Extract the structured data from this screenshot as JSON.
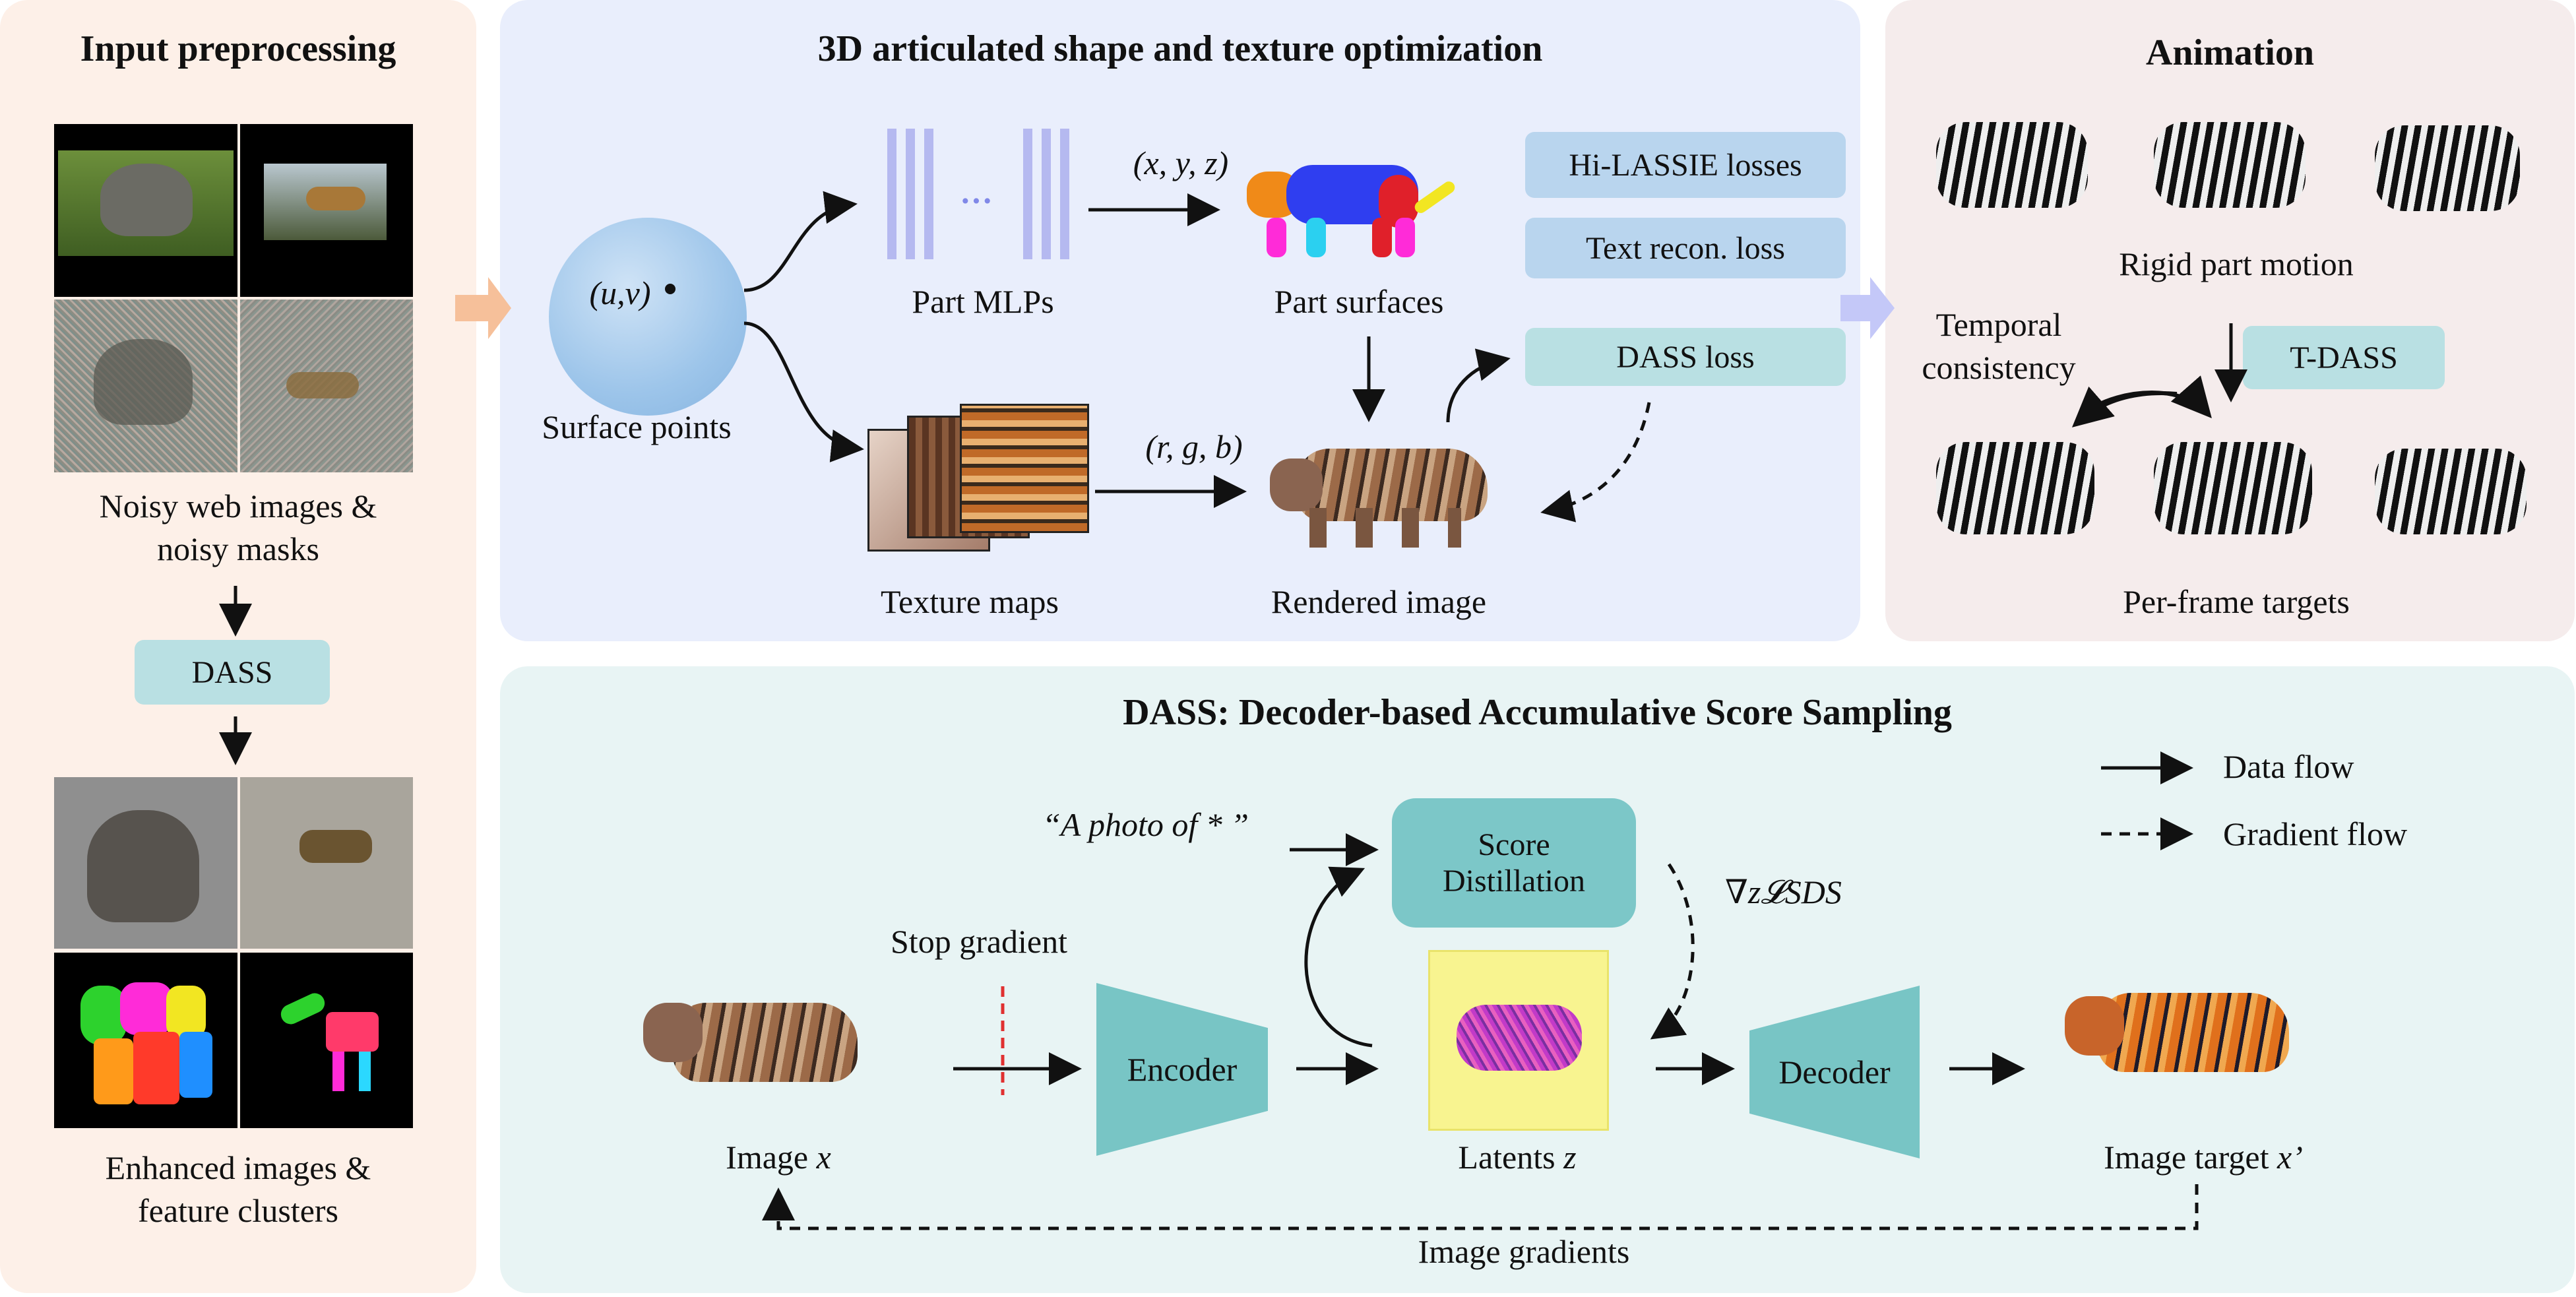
{
  "panels": {
    "preprocess": {
      "title": "Input preprocessing",
      "noisy_caption_1": "Noisy web images &",
      "noisy_caption_2": "noisy masks",
      "dass_chip": "DASS",
      "enhanced_caption_1": "Enhanced images &",
      "enhanced_caption_2": "feature clusters"
    },
    "optimization": {
      "title": "3D articulated shape and texture optimization",
      "uv": "(u,v)",
      "surface_points": "Surface points",
      "part_mlps": "Part MLPs",
      "ellipsis": "···",
      "xyz": "(x, y, z)",
      "part_surfaces": "Part surfaces",
      "texture_maps": "Texture maps",
      "rgb": "(r, g, b)",
      "rendered_image": "Rendered image",
      "losses": [
        "Hi-LASSIE losses",
        "Text recon. loss",
        "DASS loss"
      ]
    },
    "animation": {
      "title": "Animation",
      "rigid_part_motion": "Rigid part motion",
      "temporal_1": "Temporal",
      "temporal_2": "consistency",
      "tdass_chip": "T-DASS",
      "per_frame_targets": "Per-frame targets"
    },
    "dass": {
      "title": "DASS: Decoder-based Accumulative Score Sampling",
      "legend": {
        "data_flow": "Data flow",
        "gradient_flow": "Gradient flow"
      },
      "prompt": "“A photo of * ”",
      "score_distillation_1": "Score",
      "score_distillation_2": "Distillation",
      "grad_label": "∇z𝓛SDS",
      "stop_gradient": "Stop gradient",
      "encoder": "Encoder",
      "decoder": "Decoder",
      "image_x_prefix": "Image ",
      "image_x_var": "x",
      "latents_prefix": "Latents ",
      "latents_var": "z",
      "image_target_prefix": "Image target ",
      "image_target_var": "x’",
      "image_gradients": "Image gradients"
    }
  },
  "colors": {
    "preprocess_bg": "#fdf0e8",
    "optimization_bg": "#e9eefc",
    "animation_bg": "#f5ecec",
    "dass_bg": "#e8f4f4",
    "chip_teal": "#b9e0e3",
    "chip_blue": "#b9d5ee",
    "mlp_bars": "#b5b9f0",
    "encoder_teal": "#78c5c5",
    "arrow_orange": "#f6c09a",
    "arrow_lavender": "#c4c8f8",
    "stop_red": "#e03030"
  },
  "icons": [
    "sphere-icon",
    "arrow-icon",
    "dashed-arrow-icon",
    "tiger-icon",
    "zebra-icon",
    "elephant-icon",
    "giraffe-icon"
  ]
}
